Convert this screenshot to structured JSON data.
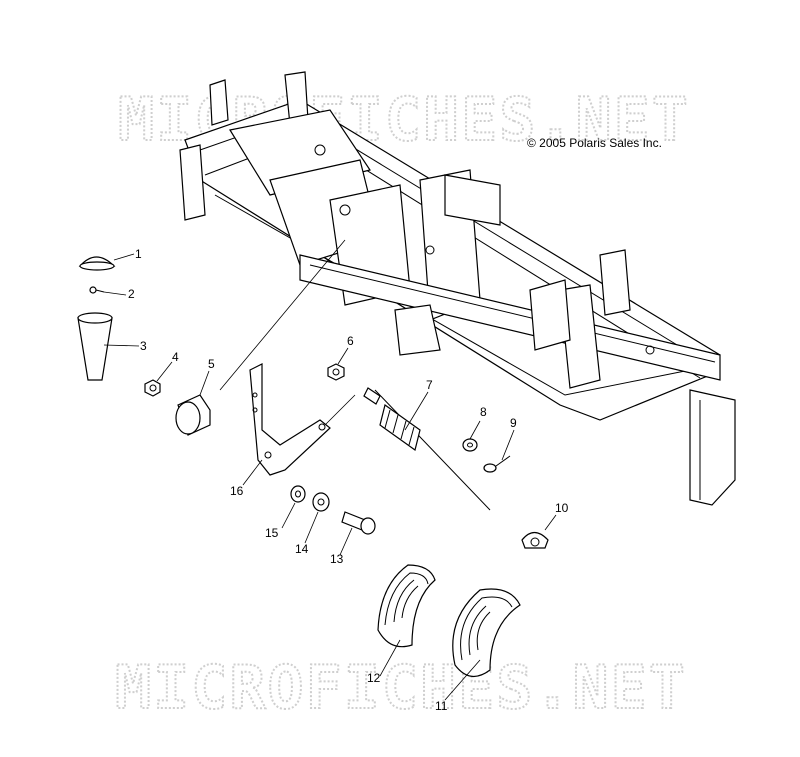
{
  "copyright": "© 2005 Polaris Sales Inc.",
  "watermark_top": "MICROFICHES.NET",
  "watermark_bottom": "MICROFICHES.NET",
  "callouts": {
    "c1": "1",
    "c2": "2",
    "c3": "3",
    "c4": "4",
    "c5": "5",
    "c6": "6",
    "c7": "7",
    "c8": "8",
    "c9": "9",
    "c10": "10",
    "c11": "11",
    "c12": "12",
    "c13": "13",
    "c14": "14",
    "c15": "15",
    "c16": "16"
  }
}
